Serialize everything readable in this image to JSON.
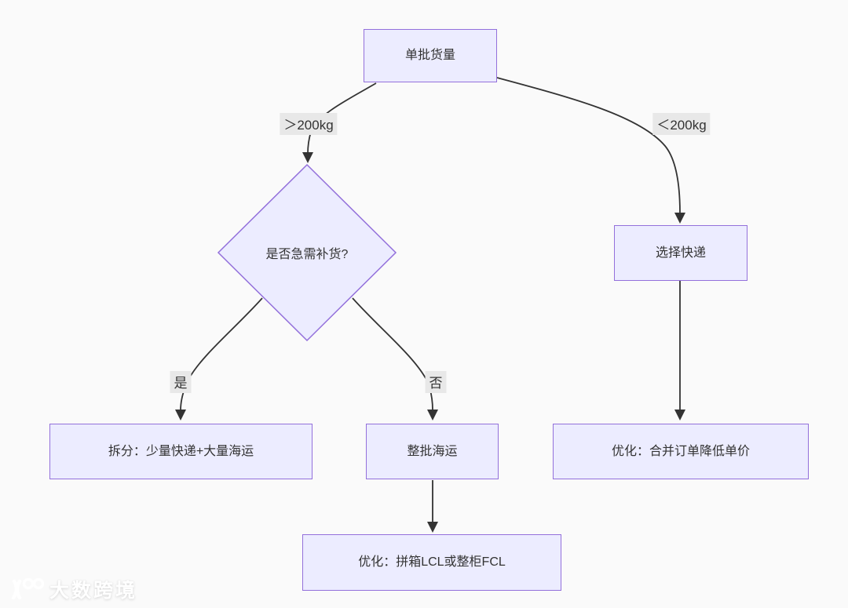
{
  "diagram": {
    "nodes": {
      "batch": {
        "label": "单批货量"
      },
      "decision": {
        "label": "是否急需补货?"
      },
      "express": {
        "label": "选择快递"
      },
      "split": {
        "label": "拆分：少量快递+大量海运"
      },
      "sea": {
        "label": "整批海运"
      },
      "merge": {
        "label": "优化：合并订单降低单价"
      },
      "lcl": {
        "label": "优化：拼箱LCL或整柜FCL"
      }
    },
    "edges": [
      {
        "from": "batch",
        "to": "decision",
        "label": "＞200kg"
      },
      {
        "from": "batch",
        "to": "express",
        "label": "＜200kg"
      },
      {
        "from": "decision",
        "to": "split",
        "label": "是"
      },
      {
        "from": "decision",
        "to": "sea",
        "label": "否"
      },
      {
        "from": "sea",
        "to": "lcl",
        "label": ""
      },
      {
        "from": "express",
        "to": "merge",
        "label": ""
      }
    ],
    "colors": {
      "node_fill": "#ececff",
      "node_border": "#9370db",
      "edge_stroke": "#333333",
      "edge_label_bg": "#e8e8e8",
      "text": "#333333",
      "background": "#fafafa"
    }
  },
  "watermark": {
    "brand": "大数跨境"
  }
}
